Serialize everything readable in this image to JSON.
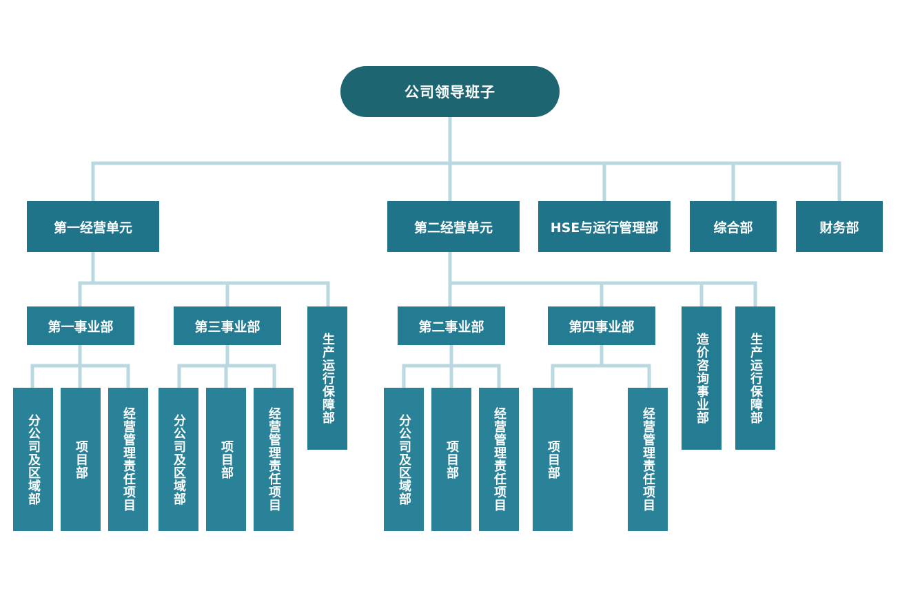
{
  "root": {
    "label": "公司领导班子"
  },
  "units": [
    {
      "label": "第一经营单元"
    },
    {
      "label": "第二经营单元"
    },
    {
      "label": "HSE与运行管理部"
    },
    {
      "label": "综合部"
    },
    {
      "label": "财务部"
    }
  ],
  "unit1": {
    "dept1": {
      "label": "第一事业部",
      "children": [
        "分公司及区域部",
        "项目部",
        "经营管理责任项目"
      ]
    },
    "dept3": {
      "label": "第三事业部",
      "children": [
        "分公司及区域部",
        "项目部",
        "经营管理责任项目"
      ]
    },
    "prod": {
      "label": "生产运行保障部"
    }
  },
  "unit2": {
    "dept2": {
      "label": "第二事业部",
      "children": [
        "分公司及区域部",
        "项目部",
        "经营管理责任项目"
      ]
    },
    "dept4": {
      "label": "第四事业部",
      "children": [
        "项目部",
        "经营管理责任项目"
      ]
    },
    "cost": {
      "label": "造价咨询事业部"
    },
    "prod": {
      "label": "生产运行保障部"
    }
  },
  "colors": {
    "root": "#1e6572",
    "level1": "#1f7489",
    "level2": "#247c92",
    "level3": "#2a8299",
    "connector": "#b9d8e0"
  }
}
